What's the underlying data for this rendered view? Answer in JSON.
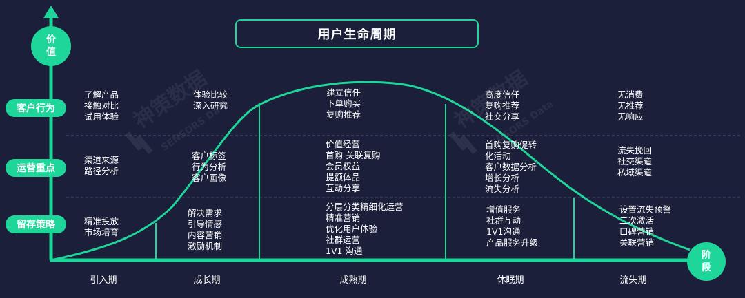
{
  "title": "用户生命周期",
  "y_axis_label": [
    "价",
    "值"
  ],
  "x_axis_label": [
    "阶",
    "段"
  ],
  "rows": [
    {
      "label": "客户行为"
    },
    {
      "label": "运营重点"
    },
    {
      "label": "留存策略"
    }
  ],
  "stages": [
    "引入期",
    "成长期",
    "成熟期",
    "休眠期",
    "流失期"
  ],
  "cells": {
    "behavior": [
      [
        "了解产品",
        "接触对比",
        "试用体验"
      ],
      [
        "体验比较",
        "深入研究"
      ],
      [
        "建立信任",
        "下单购买",
        "复购推荐"
      ],
      [
        "高度信任",
        "复购推荐",
        "社交分享"
      ],
      [
        "无消费",
        "无推荐",
        "无响应"
      ]
    ],
    "focus": [
      [
        "渠道来源",
        "路径分析"
      ],
      [
        "客户标签",
        "行为分析",
        "客户画像"
      ],
      [
        "价值经营",
        "首购-关联复购",
        "会员权益",
        "提额体品",
        "互动分享"
      ],
      [
        "首购复购促转",
        "化活动",
        "客户数据分析",
        "增长分析",
        "流失分析"
      ],
      [
        "流失挽回",
        "社交渠道",
        "私域渠道"
      ]
    ],
    "strategy": [
      [
        "精准投放",
        "市场培育"
      ],
      [
        "解决需求",
        "引导情感",
        "内容营销",
        "激励机制"
      ],
      [
        "分层分类精细化运营",
        "精准营销",
        "优化用户体验",
        "社群运营",
        "1V1 沟通"
      ],
      [
        "增值服务",
        "社群互动",
        "1V1沟通",
        "产品服务升级"
      ],
      [
        "设置流失预警",
        "二次激活",
        "口碑营销",
        "关联营销"
      ]
    ]
  },
  "watermark": {
    "brand": "神策数据",
    "sub": "SENSORS Data"
  },
  "colors": {
    "accent": "#1fd69a",
    "background": "#1b1f3a"
  }
}
